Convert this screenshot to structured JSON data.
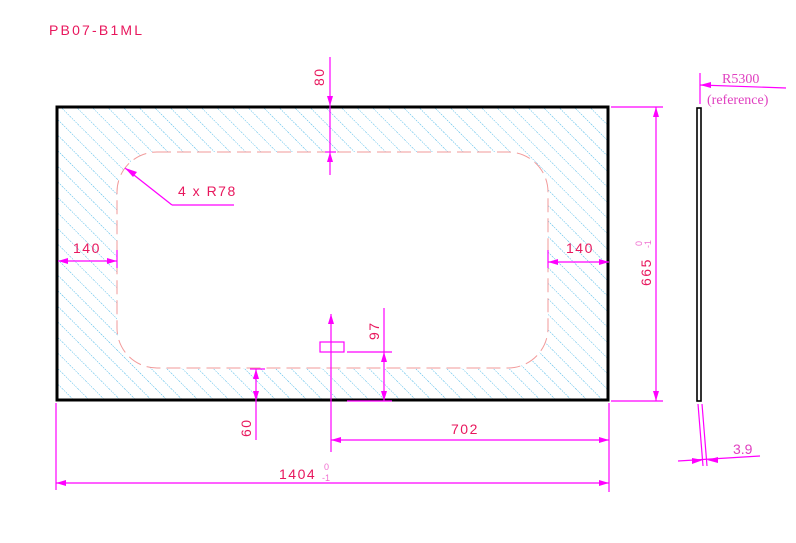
{
  "title": "PB07-B1ML",
  "drawing": {
    "outer_panel": {
      "width_mm": 1404,
      "height_mm": 665
    },
    "cutout": {
      "corner_label": "4 x R78",
      "top_margin": "80",
      "side_margin_left": "140",
      "side_margin_right": "140",
      "bottom_margin": "60"
    },
    "marker": {
      "offset_label": "97",
      "center_label": "702"
    },
    "overall_width": {
      "value": "1404",
      "tol_upper": "0",
      "tol_lower": "-1"
    },
    "overall_height": {
      "value": "665",
      "tol_upper": "0",
      "tol_lower": "-1"
    },
    "side_view": {
      "radius_label": "R5300",
      "radius_note": "(reference)",
      "thickness_label": "3.9"
    }
  },
  "colors": {
    "dimension_line": "#ff00ff",
    "dimension_text": "#e8175d",
    "hatch": "#4ab8e8",
    "cutout_outline": "#f29a9a",
    "panel_outline": "#000000"
  }
}
